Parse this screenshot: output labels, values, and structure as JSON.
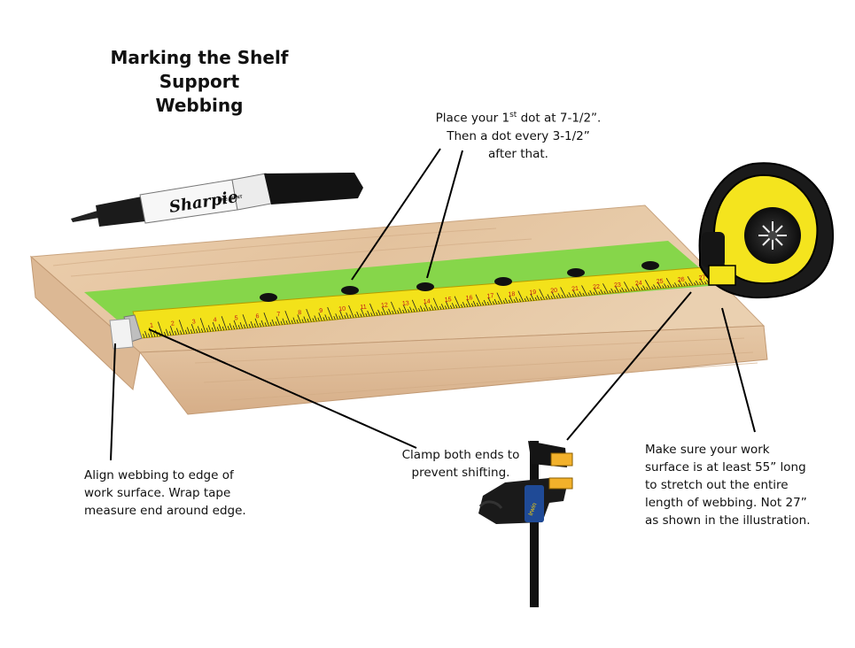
{
  "title_line1": "Marking the Shelf Support",
  "title_line2": "Webbing",
  "notes": {
    "dots": {
      "pre": "Place your 1",
      "sup": "st",
      "post": " dot at 7-1/2”.",
      "line2": "Then a dot every 3-1/2”",
      "line3": "after that."
    },
    "align": {
      "line1": "Align webbing to edge of",
      "line2": "work surface. Wrap tape",
      "line3": "measure end around edge."
    },
    "clamp": {
      "line1": "Clamp both ends to",
      "line2": "prevent shifting."
    },
    "surface": {
      "line1": "Make sure your work",
      "line2": "surface is at least 55” long",
      "line3": "to stretch out the entire",
      "line4": "length of webbing. Not 27”",
      "line5": "as shown in the illustration."
    }
  },
  "sharpie": {
    "brand": "Sharpie",
    "tip": "FINE POINT"
  },
  "clamp_brand": "Irwin",
  "tape_numbers": [
    "1",
    "2",
    "3",
    "4",
    "5",
    "6",
    "7",
    "8",
    "9",
    "10",
    "11",
    "12",
    "13",
    "14",
    "15",
    "16",
    "17",
    "18",
    "19",
    "20",
    "21",
    "22",
    "23",
    "24",
    "25",
    "26",
    "27"
  ],
  "colors": {
    "board": "#e6c6a4",
    "board_side": "#d9b28c",
    "webbing": "#86d64a",
    "tape": "#f3e21a",
    "tape_case": "#f4e41e",
    "clamp_pad": "#f2b12b"
  },
  "icons": [
    "sharpie-marker-icon",
    "tape-measure-icon",
    "bar-clamp-icon"
  ]
}
